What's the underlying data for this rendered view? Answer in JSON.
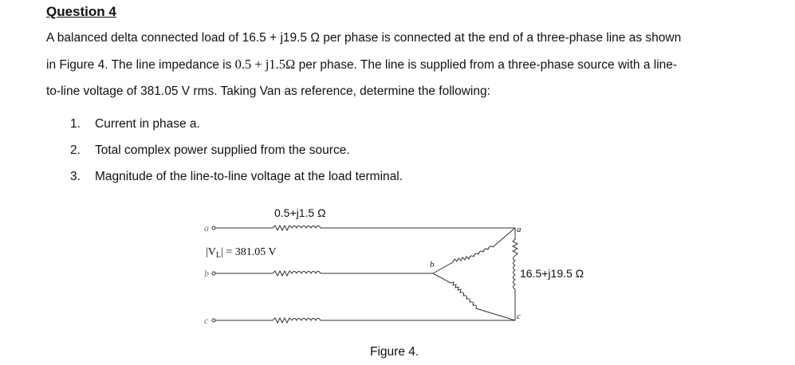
{
  "question": {
    "heading": "Question 4",
    "para_line1_a": "A balanced delta connected load of 16.5 + j19.5 ",
    "ohm": "Ω",
    "para_line1_b": " per phase is connected at the end of a three-phase line as shown",
    "para_line2_a": "in Figure 4. The line impedance is ",
    "line_impedance_math": "0.5 + j1.5Ω",
    "para_line2_b": " per phase. The line is supplied from a three-phase source with a line-",
    "para_line3": "to-line voltage of 381.05 V rms. Taking Van as reference, determine the following:",
    "tasks": [
      {
        "num": "1.",
        "text": "Current in phase a."
      },
      {
        "num": "2.",
        "text": "Total complex power supplied from the source."
      },
      {
        "num": "3.",
        "text": "Magnitude of the line-to-line voltage at the load terminal."
      }
    ]
  },
  "figure": {
    "line_impedance_label": "0.5+j1.5 Ω",
    "voltage_label": "|V",
    "voltage_sub": "L",
    "voltage_value": "| = 381.05 V",
    "load_impedance_label": "16.5+j19.5 Ω",
    "terminal_a_src": "a",
    "terminal_b_src": "b",
    "terminal_c_src": "c",
    "node_a": "a",
    "node_b": "b",
    "node_c": "c",
    "caption": "Figure 4."
  },
  "colors": {
    "text": "#111111",
    "wire": "#333333"
  }
}
